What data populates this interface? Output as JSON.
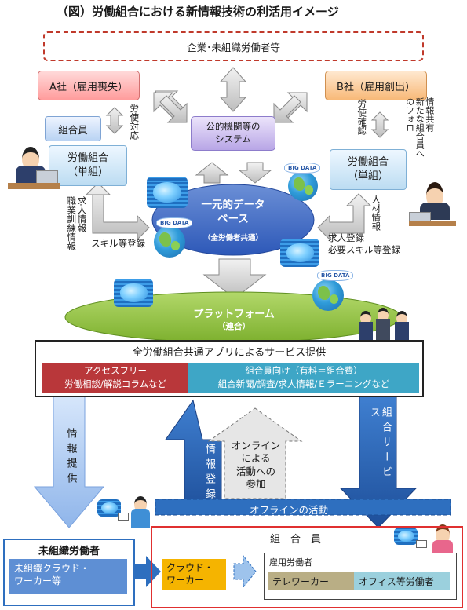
{
  "title": "（図）労働組合における新情報技術の利活用イメージ",
  "top_box": "企業･未組織労働者等",
  "company_a": "A社（雇用喪失）",
  "company_b": "B社（雇用創出）",
  "member_box": "組合員",
  "union_left": "労働組合\n（単組）",
  "union_right": "労働組合\n（単組）",
  "public_system": "公的機関等の\nシステム",
  "db_title": "一元的データ\nベース",
  "db_sub": "（全労働者共通）",
  "platform_title": "プラットフォーム",
  "platform_sub": "（連合）",
  "labels": {
    "rodo_taio": "労使対応",
    "rodo_kakunin": "労使確認",
    "info_share": "情報共有\n新たな組合員へ\nのフォロー",
    "left_info": "求人情報\n職業訓練情報",
    "skill_reg": "スキル等登録",
    "hr_info": "人材情報",
    "right_reg": "求人登録\n必要スキル等登録"
  },
  "service_bar": "全労働組合共通アプリによるサービス提供",
  "access_free": {
    "title": "アクセスフリー",
    "sub": "労働相談/解説コラムなど"
  },
  "member_service": {
    "title": "組合員向け（有料＝組合費）",
    "sub": "組合新聞/調査/求人情報/Ｅラーニングなど"
  },
  "arrows": {
    "info_provide": "情報提供",
    "info_register": "情報登録",
    "online": "オンライン\nによる\n活動への\n参加",
    "union_service": "組合サービス"
  },
  "bigdata": "BIG DATA",
  "offline": "オフラインの活動",
  "unorganized": {
    "title": "未組織労働者",
    "box": "未組織クラウド・\nワーカー等"
  },
  "members_area": {
    "title": "組　合　員",
    "crowd": "クラウド・\nワーカー",
    "employed": "雇用労働者",
    "telework": "テレワーカー",
    "office": "オフィス等労働者"
  },
  "colors": {
    "red_box": "#cc3333",
    "blue_box": "#2e6fbf",
    "teal_box": "#4aa9c4",
    "green": "#8cc33f",
    "orange": "#f5b400"
  }
}
